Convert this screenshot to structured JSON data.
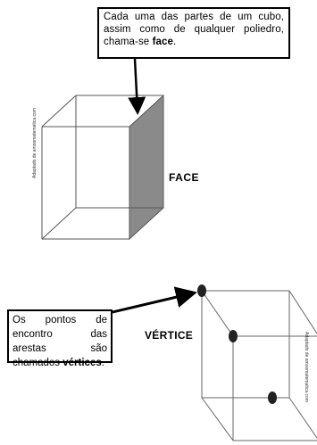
{
  "face_callout": {
    "text_before": "Cada uma das partes de um cubo, assim como de qualquer poliedro, chama-se ",
    "bold": "face",
    "text_after": "."
  },
  "face_label": "FACE",
  "vertex_callout": {
    "text_before": "Os pontos de encontro das arestas são chamados ",
    "bold": "vértices",
    "text_after": "."
  },
  "vertex_label": "VÉRTICE",
  "credit_left": "Adaptado de amoomatemática.com",
  "credit_right": "Adaptado de amoomatematica.com"
}
